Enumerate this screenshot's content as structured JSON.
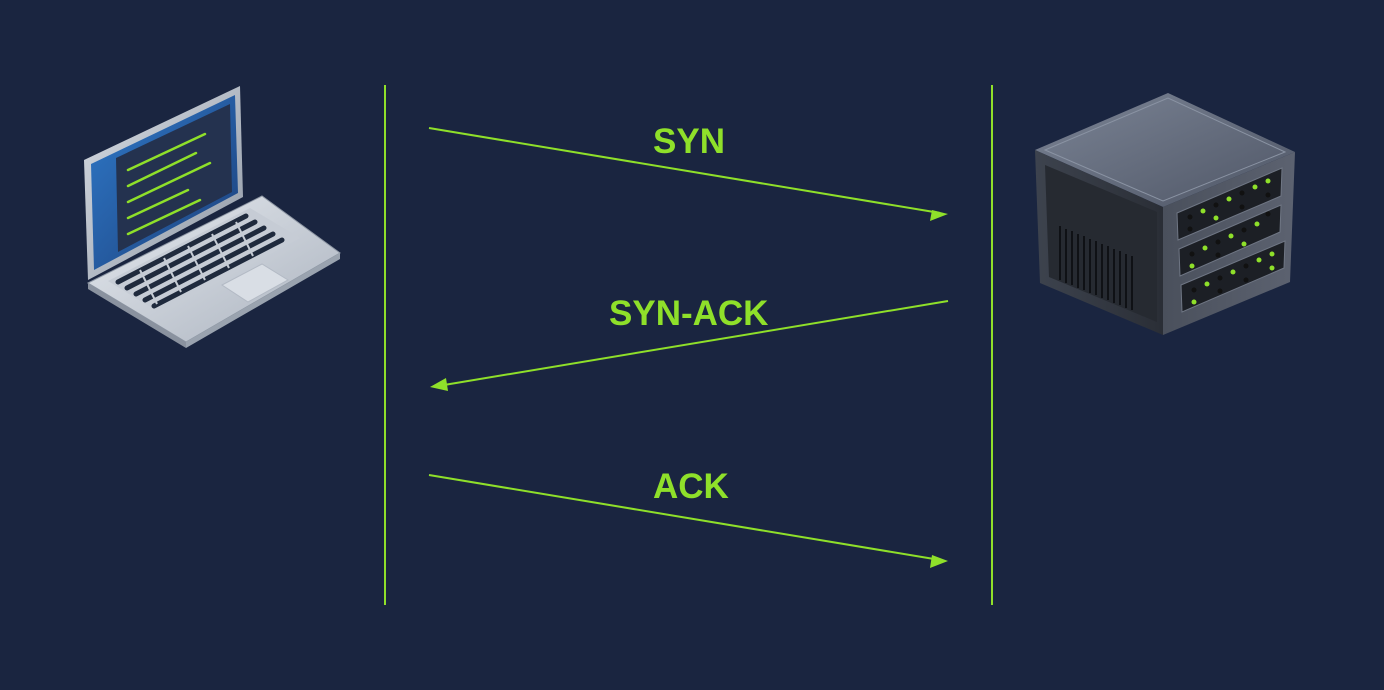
{
  "colors": {
    "background": "#1a2540",
    "accent": "#8fe02a",
    "screen_blue": "#2b6ab8",
    "server_top": "#6b7485",
    "server_front": "#3c424d"
  },
  "nodes": {
    "client": {
      "icon": "laptop-icon"
    },
    "server": {
      "icon": "server-icon"
    }
  },
  "messages": [
    {
      "label": "SYN",
      "direction": "client-to-server"
    },
    {
      "label": "SYN-ACK",
      "direction": "server-to-client"
    },
    {
      "label": "ACK",
      "direction": "client-to-server"
    }
  ]
}
